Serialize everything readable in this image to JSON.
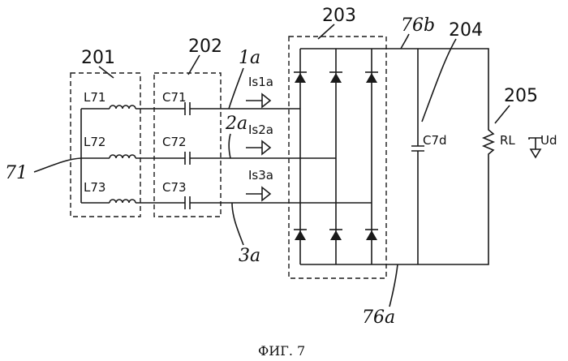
{
  "blocks": {
    "b201": "201",
    "b202": "202",
    "b203": "203",
    "b204": "204",
    "b205": "205"
  },
  "inductors": [
    "L71",
    "L72",
    "L73"
  ],
  "capacitors": [
    "C71",
    "C72",
    "C73"
  ],
  "currents": [
    "Is1a",
    "Is2a",
    "Is3a"
  ],
  "lines": {
    "l1": "1a",
    "l2": "2a",
    "l3": "3a",
    "node71": "71",
    "top76": "76b",
    "bot76": "76a"
  },
  "dc": {
    "cap": "C7d",
    "load": "RL",
    "volt": "Ud"
  },
  "caption": "ФИГ. 7"
}
